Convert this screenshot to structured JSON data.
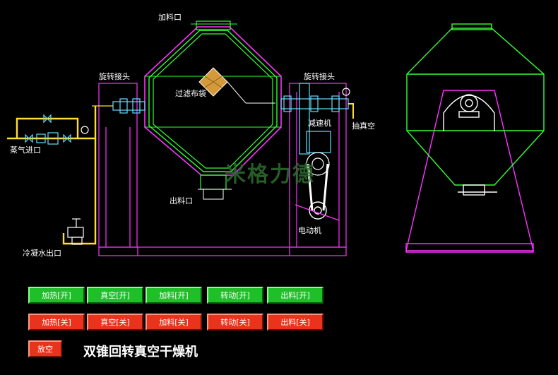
{
  "labels": {
    "feed_inlet": "加料口",
    "rotary_joint_left": "旋转接头",
    "rotary_joint_right": "旋转接头",
    "filter_bag": "过滤布袋",
    "reducer": "减速机",
    "vacuum": "抽真空",
    "steam_inlet": "蒸气进口",
    "discharge": "出料口",
    "motor": "电动机",
    "condensate_outlet": "冷凝水出口"
  },
  "watermark": "米格力德",
  "buttons": {
    "heat_on": "加热[开]",
    "vacuum_on": "真空[开]",
    "feed_on": "加料[开]",
    "rotate_on": "转动[开]",
    "discharge_on": "出料[开]",
    "heat_off": "加热[关]",
    "vacuum_off": "真空[关]",
    "feed_off": "加料[关]",
    "rotate_off": "转动[关]",
    "discharge_off": "出料[关]",
    "clear": "放空"
  },
  "title": "双锥回转真空干燥机",
  "colors": {
    "background": "#000000",
    "vessel_green": "#33ff33",
    "frame_magenta": "#ff33ff",
    "pipe_yellow": "#ffdd33",
    "pipe_cyan": "#66ddff",
    "button_on": "#1fbf2a",
    "button_off": "#e8341c"
  }
}
